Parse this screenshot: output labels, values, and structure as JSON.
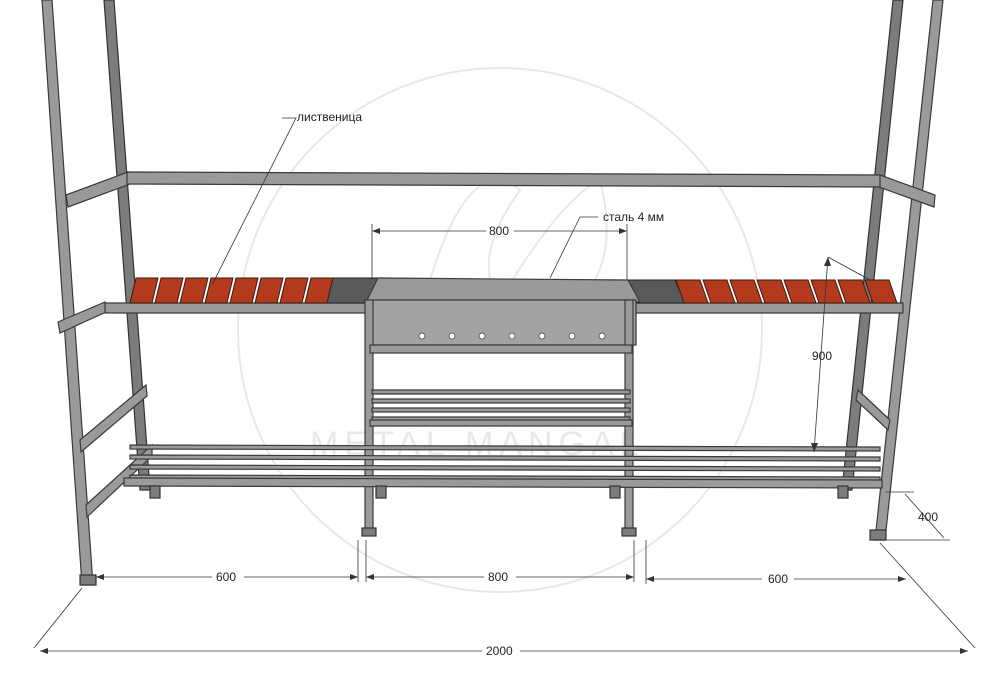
{
  "labels": {
    "wood": "лиственица",
    "steel": "сталь 4 мм"
  },
  "dimensions": {
    "grill_width_top": "800",
    "height": "900",
    "depth": "400",
    "left_section": "600",
    "center_section": "800",
    "right_section": "600",
    "total_width": "2000"
  },
  "watermark": {
    "text": "METAL MANGAL"
  },
  "colors": {
    "wood": "#b33a1c",
    "steel": "#9a9a9a",
    "plate": "#5a5a5a"
  }
}
